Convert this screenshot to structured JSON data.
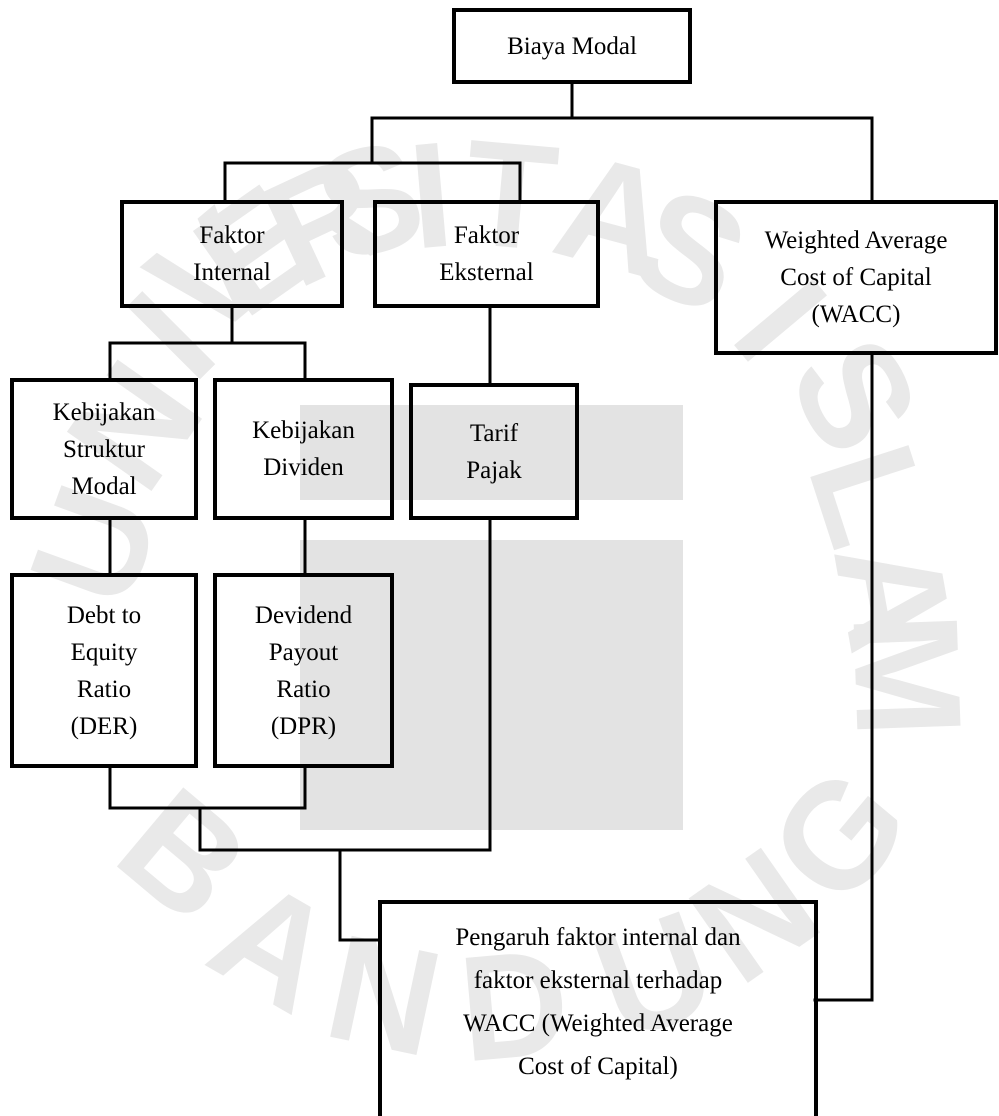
{
  "watermark": {
    "letters": [
      "U",
      "N",
      "I",
      "V",
      "E",
      "R",
      "S",
      "I",
      "T",
      "A",
      "S",
      "I",
      "S",
      "L",
      "A",
      "M",
      "B",
      "A",
      "N",
      "D",
      "U",
      "N",
      "G"
    ]
  },
  "nodes": {
    "biaya_modal": "Biaya Modal",
    "faktor_internal": "Faktor\nInternal",
    "faktor_eksternal": "Faktor\nEksternal",
    "wacc": "Weighted Average\nCost of Capital\n(WACC)",
    "kebijakan_struktur_modal": "Kebijakan\nStruktur\nModal",
    "kebijakan_dividen": "Kebijakan\nDividen",
    "tarif_pajak": "Tarif\nPajak",
    "der": "Debt to\nEquity\nRatio\n(DER)",
    "dpr": "Devidend\nPayout\nRatio\n(DPR)",
    "pengaruh": "Pengaruh faktor internal dan\nfaktor eksternal terhadap\nWACC (Weighted Average\nCost of Capital)"
  }
}
